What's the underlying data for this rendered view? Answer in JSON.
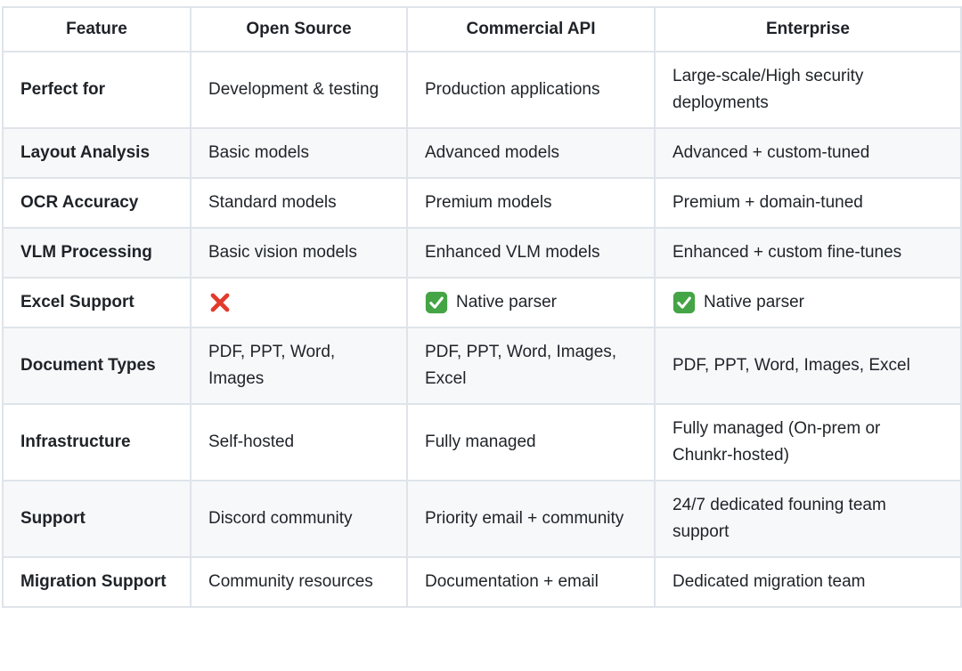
{
  "table": {
    "columns": [
      "Feature",
      "Open Source",
      "Commercial API",
      "Enterprise"
    ],
    "rows": [
      {
        "feature": "Perfect for",
        "open_source": "Development & testing",
        "commercial_api": "Production applications",
        "enterprise": "Large-scale/High security deployments"
      },
      {
        "feature": "Layout Analysis",
        "open_source": "Basic models",
        "commercial_api": "Advanced models",
        "enterprise": "Advanced + custom-tuned"
      },
      {
        "feature": "OCR Accuracy",
        "open_source": "Standard models",
        "commercial_api": "Premium models",
        "enterprise": "Premium + domain-tuned"
      },
      {
        "feature": "VLM Processing",
        "open_source": "Basic vision models",
        "commercial_api": "Enhanced VLM models",
        "enterprise": "Enhanced + custom fine-tunes"
      },
      {
        "feature": "Excel Support",
        "open_source": {
          "icon": "cross-mark-icon",
          "label": ""
        },
        "commercial_api": {
          "icon": "check-mark-icon",
          "label": "Native parser"
        },
        "enterprise": {
          "icon": "check-mark-icon",
          "label": "Native parser"
        }
      },
      {
        "feature": "Document Types",
        "open_source": "PDF, PPT, Word, Images",
        "commercial_api": "PDF, PPT, Word, Images, Excel",
        "enterprise": "PDF, PPT, Word, Images, Excel"
      },
      {
        "feature": "Infrastructure",
        "open_source": "Self-hosted",
        "commercial_api": "Fully managed",
        "enterprise": "Fully managed (On-prem or Chunkr-hosted)"
      },
      {
        "feature": "Support",
        "open_source": "Discord community",
        "commercial_api": "Priority email + community",
        "enterprise": "24/7 dedicated founing team support"
      },
      {
        "feature": "Migration Support",
        "open_source": "Community resources",
        "commercial_api": "Documentation + email",
        "enterprise": "Dedicated migration team"
      }
    ]
  },
  "icons": {
    "not_supported": "cross-mark-icon",
    "supported": "check-mark-icon"
  },
  "colors": {
    "text": "#1f2328",
    "stripe_row_bg": "#f6f8fa",
    "border": "#dfe4ea",
    "check_green": "#45a445",
    "cross_red": "#e23a2e"
  }
}
